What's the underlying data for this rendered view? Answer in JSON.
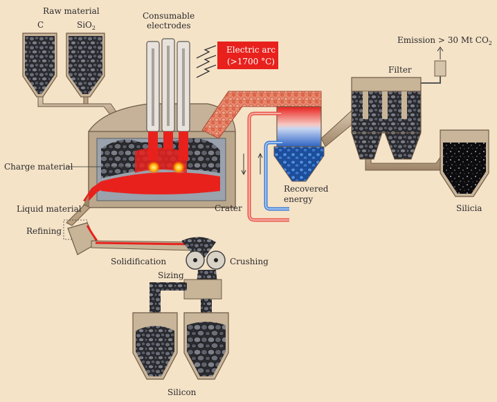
{
  "labels": {
    "raw_material": "Raw material",
    "carbon": "C",
    "silica_feed": "SiO",
    "silica_feed_sub": "2",
    "electrodes_line1": "Consumable",
    "electrodes_line2": "electrodes",
    "arc_line1": "Electric arc",
    "arc_line2": "(>1700 °C)",
    "emission": "Emission > 30 Mt CO",
    "emission_sub": "2",
    "filter": "Filter",
    "charge_material": "Charge material",
    "liquid_material": "Liquid material",
    "refining": "Refining",
    "crater": "Crater",
    "recovered_line1": "Recovered",
    "recovered_line2": "energy",
    "silicia": "Silicia",
    "solidification": "Solidification",
    "crushing": "Crushing",
    "sizing": "Sizing",
    "silicon": "Silicon"
  },
  "colors": {
    "background": "#f5e3c8",
    "molten": "#e8211d",
    "hot_gas": "#e8755a",
    "cold_water": "#3a7cd6",
    "rock": "#5c5f68",
    "duct": "#b9a182",
    "arc_box": "#e8211d"
  },
  "icons": [
    "electrode-icon",
    "lightning-icon",
    "roller-icon",
    "gas-arrow-icon"
  ]
}
